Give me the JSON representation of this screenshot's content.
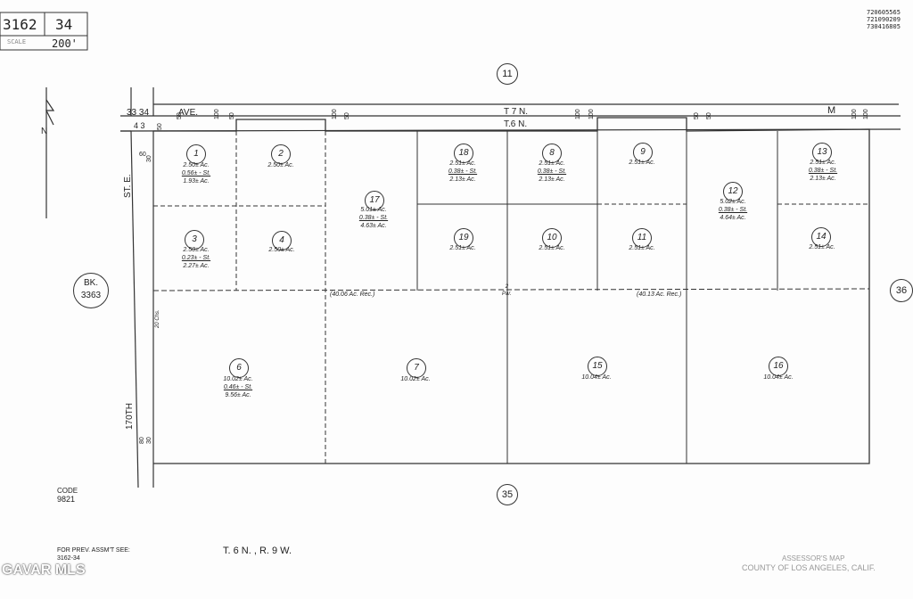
{
  "header": {
    "book": "3162",
    "page": "34",
    "scale": "200'",
    "scale_prefix": "SCALE",
    "ref_numbers": [
      "720605565",
      "721090209",
      "730416805"
    ]
  },
  "north_label": "N",
  "adjacent": {
    "top": "11",
    "right": "36",
    "bottom": "35",
    "left": "BK.\n3363"
  },
  "streets": {
    "top_avenue": "AVE.",
    "top_avenue_letter": "M",
    "sections_top": "33  34",
    "sections_bottom": "4  3",
    "left_street": "170TH",
    "left_street_suffix": "ST.   E.",
    "left_street_dim": "20 Chs."
  },
  "township_lines": {
    "t7": "T 7 N.",
    "t6": "T.6 N."
  },
  "code": {
    "label": "CODE",
    "value": "9821"
  },
  "footer": {
    "prev_assmt": "FOR PREV. ASSM'T SEE:",
    "prev_ref": "3162-34",
    "township_range": "T. 6  N. , R. 9  W.",
    "assessor_title": "ASSESSOR'S MAP",
    "assessor_county": "COUNTY OF LOS ANGELES, CALIF.",
    "watermark": "GAVAR MLS"
  },
  "record_labels": {
    "left": "(40.06 Ac. Rec.)",
    "right": "(40.13 Ac. Rec.)",
    "center_mark": "2\nPar."
  },
  "dimensions": [
    "50",
    "100",
    "50",
    "100",
    "50",
    "100",
    "100",
    "50",
    "50",
    "100",
    "100",
    "50",
    "60",
    "30",
    "30",
    "80"
  ],
  "lots": [
    {
      "n": "1",
      "lines": [
        "2.50± Ac.",
        "0.56± - St.",
        "1.93± Ac."
      ]
    },
    {
      "n": "2",
      "lines": [
        "2.50± Ac."
      ]
    },
    {
      "n": "3",
      "lines": [
        "2.50± Ac.",
        "0.23± - St.",
        "2.27± Ac."
      ]
    },
    {
      "n": "4",
      "lines": [
        "2.50± Ac."
      ]
    },
    {
      "n": "17",
      "lines": [
        "5.01± Ac.",
        "0.38± - St.",
        "4.63± Ac."
      ]
    },
    {
      "n": "18",
      "lines": [
        "2.51± Ac.",
        "0.38± - St.",
        "2.13± Ac."
      ]
    },
    {
      "n": "19",
      "lines": [
        "2.51± Ac."
      ]
    },
    {
      "n": "8",
      "lines": [
        "2.51± Ac.",
        "0.38± - St.",
        "2.13± Ac."
      ]
    },
    {
      "n": "10",
      "lines": [
        "2.51± Ac."
      ]
    },
    {
      "n": "9",
      "lines": [
        "2.51± Ac."
      ]
    },
    {
      "n": "11",
      "lines": [
        "2.51± Ac."
      ]
    },
    {
      "n": "12",
      "lines": [
        "5.02± Ac.",
        "0.38± - St.",
        "4.64± Ac."
      ]
    },
    {
      "n": "13",
      "lines": [
        "2.51± Ac.",
        "0.38± - St.",
        "2.13± Ac."
      ]
    },
    {
      "n": "14",
      "lines": [
        "2.51± Ac."
      ]
    },
    {
      "n": "6",
      "lines": [
        "10.02± Ac.",
        "0.46± - St.",
        "9.56± Ac."
      ]
    },
    {
      "n": "7",
      "lines": [
        "10.02± Ac."
      ]
    },
    {
      "n": "15",
      "lines": [
        "10.04± Ac."
      ]
    },
    {
      "n": "16",
      "lines": [
        "10.04± Ac."
      ]
    }
  ]
}
